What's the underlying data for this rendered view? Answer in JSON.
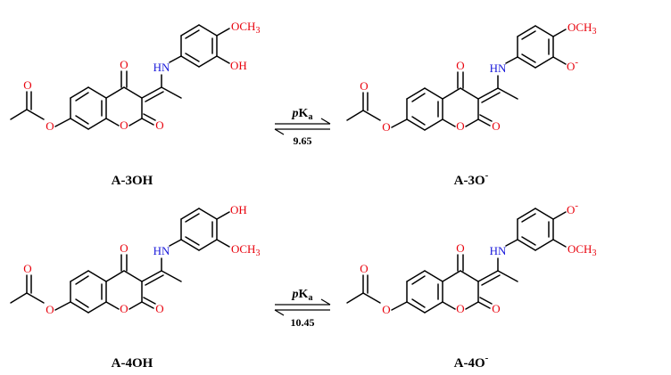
{
  "colors": {
    "oxygen": "#e8000b",
    "nitrogen": "#1a1adb",
    "bond": "#000000"
  },
  "atoms": {
    "O": "O",
    "HN": "HN",
    "OH": "OH",
    "OCH3": "OCH",
    "sub3": "3",
    "Ominus": "O",
    "minus": "-"
  },
  "equilibria": [
    {
      "symbol": "p",
      "symbol_rest": "K",
      "sub": "a",
      "value": "9.65"
    },
    {
      "symbol": "p",
      "symbol_rest": "K",
      "sub": "a",
      "value": "10.45"
    }
  ],
  "labels": {
    "a3oh": "A-3OH",
    "a3o": "A-3O",
    "a3o_sup": "-",
    "a4oh": "A-4OH",
    "a4o": "A-4O",
    "a4o_sup": "-"
  }
}
